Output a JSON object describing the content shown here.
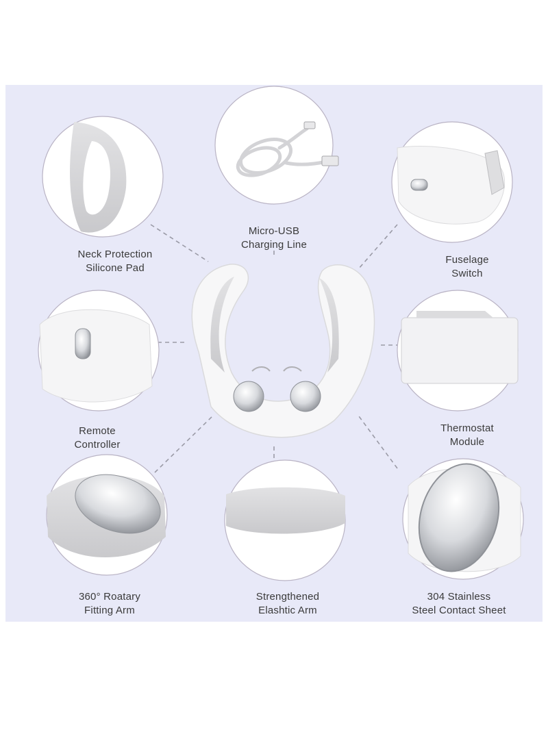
{
  "labels": {
    "neck_pad": [
      "Neck Protection",
      "Silicone Pad"
    ],
    "usb": [
      "Micro-USB",
      "Charging Line"
    ],
    "switch": [
      "Fuselage",
      "Switch"
    ],
    "remote": [
      "Remote",
      "Controller"
    ],
    "thermostat": [
      "Thermostat",
      "Module"
    ],
    "rotary": [
      "360° Roatary",
      "Fitting Arm"
    ],
    "elastic": [
      "Strengthened",
      "Elashtic Arm"
    ],
    "steel": [
      "304 Stainless",
      "Steel Contact Sheet"
    ]
  },
  "colors": {
    "background": "#e8e9f8",
    "circle_fill": "#ffffff",
    "circle_border": "#b9b3c4",
    "connector": "#9a9aa6",
    "text": "#3a3a3a"
  }
}
